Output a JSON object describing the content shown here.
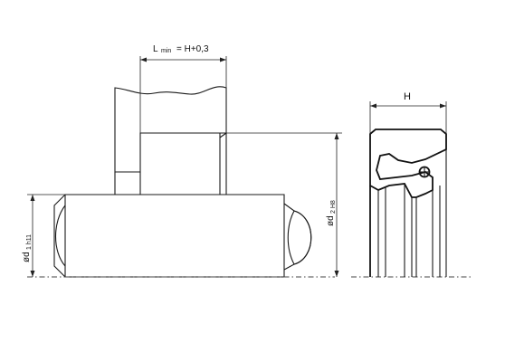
{
  "labels": {
    "l_min_prefix": "L",
    "l_min_sub": "min",
    "l_min_suffix": "= H+0,3",
    "h": "H",
    "d1_main": "ød",
    "d1_sub": "1 h11",
    "d2_main": "ød",
    "d2_sub": "2 H8"
  },
  "colors": {
    "line": "#1a1a1a",
    "hatch": "#222222",
    "background": "#ffffff"
  }
}
